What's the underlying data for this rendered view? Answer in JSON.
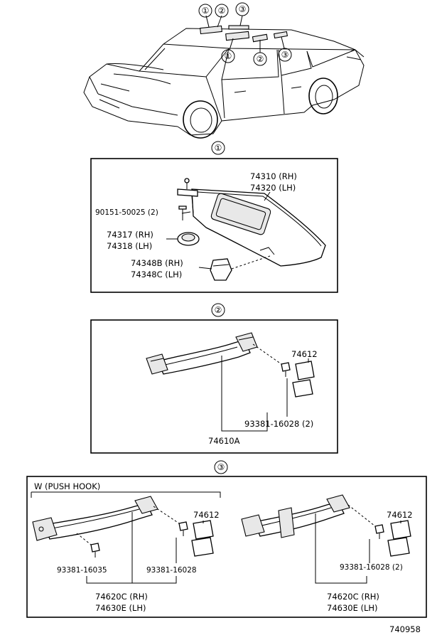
{
  "overview": {
    "callouts_roof": [
      "①",
      "②",
      "③"
    ],
    "callouts_side": [
      "①",
      "②",
      "③"
    ]
  },
  "section1": {
    "marker": "①",
    "visor_rh": "74310 (RH)",
    "visor_lh": "74320 (LH)",
    "screw": "90151-50025 (2)",
    "holder_rh": "74317 (RH)",
    "holder_lh": "74318 (LH)",
    "clip_rh": "74348B (RH)",
    "clip_lh": "74348C (LH)"
  },
  "section2": {
    "marker": "②",
    "cover": "74612",
    "bolt": "93381-16028 (2)",
    "grip": "74610A"
  },
  "section3": {
    "marker": "③",
    "group_label": "W (PUSH HOOK)",
    "left": {
      "cover": "74612",
      "bolt_a": "93381-16035",
      "bolt_b": "93381-16028",
      "grip_rh": "74620C (RH)",
      "grip_lh": "74630E (LH)"
    },
    "right": {
      "cover": "74612",
      "bolt": "93381-16028 (2)",
      "grip_rh": "74620C (RH)",
      "grip_lh": "74630E (LH)"
    }
  },
  "footer": {
    "figure_code": "740958"
  }
}
